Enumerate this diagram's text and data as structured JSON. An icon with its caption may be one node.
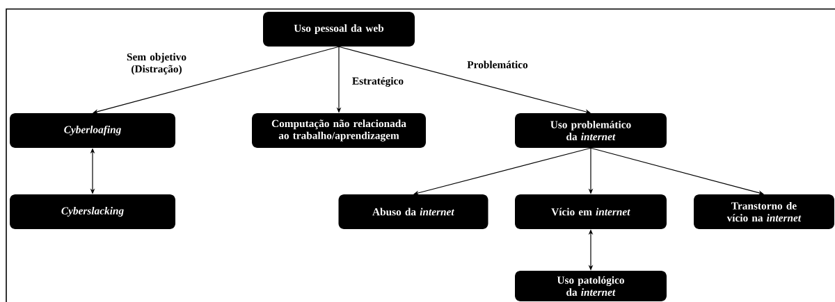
{
  "diagram": {
    "nodes": [
      {
        "text": [
          "Uso pessoal da web"
        ]
      },
      {
        "text": [
          "Cyberloafing"
        ]
      },
      {
        "text": [
          "Computação não relacionada ao trabalho/aprendizagem"
        ]
      },
      {
        "text": [
          "Uso problemático da *internet*"
        ]
      },
      {
        "text": [
          "Cyberslacking"
        ]
      },
      {
        "text": [
          "Abuso da *internet*"
        ]
      },
      {
        "text": [
          "Vício em *internet*"
        ]
      },
      {
        "text": [
          "Transtorno de vício na *internet*"
        ]
      },
      {
        "text": [
          "Uso patológico da *internet*"
        ]
      }
    ],
    "edges": [
      {
        "from": 0,
        "to": 1,
        "arrow": "to",
        "label": "Sem objetivo (Distração)"
      },
      {
        "from": 0,
        "to": 2,
        "arrow": "to",
        "label": "Estratégico"
      },
      {
        "from": 0,
        "to": 3,
        "arrow": "to",
        "label": "Problemático"
      },
      {
        "from": 1,
        "to": 4,
        "arrow": "both"
      },
      {
        "from": 3,
        "to": 5,
        "arrow": "to"
      },
      {
        "from": 3,
        "to": 6,
        "arrow": "to"
      },
      {
        "from": 3,
        "to": 7,
        "arrow": "to"
      },
      {
        "from": 6,
        "to": 8,
        "arrow": "both"
      }
    ]
  }
}
